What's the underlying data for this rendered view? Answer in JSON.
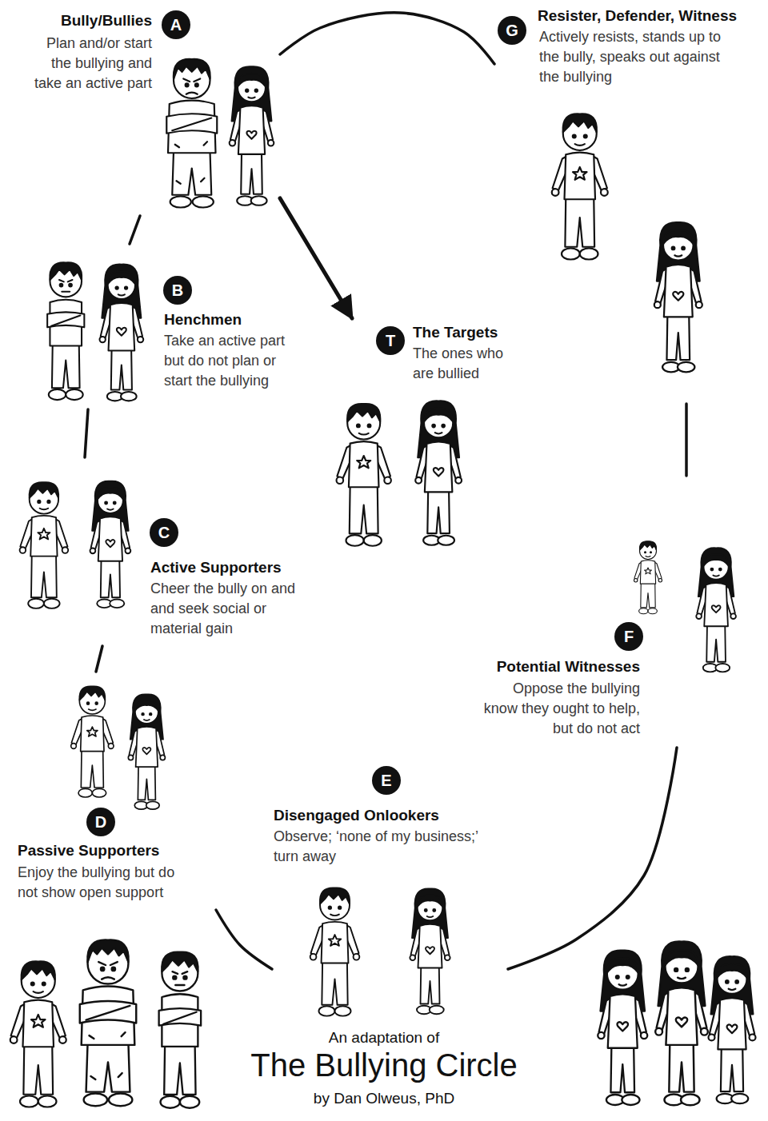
{
  "diagram": {
    "title": "The Bullying Circle",
    "nodes": [
      {
        "text": [
          "Bully/Bullies",
          "Plan and/or start the bullying and take an active part"
        ]
      },
      {
        "text": [
          "A"
        ],
        "in": 0
      },
      {
        "text": [
          "Resister, Defender, Witness",
          "Actively resists, stands up to the bully, speaks out against the bullying"
        ]
      },
      {
        "text": [
          "G"
        ],
        "in": 2
      },
      {
        "text": [
          "Henchmen",
          "Take an active part but do not plan or start the bullying"
        ]
      },
      {
        "text": [
          "B"
        ],
        "in": 4
      },
      {
        "text": [
          "The Targets",
          "The ones who are bullied"
        ]
      },
      {
        "text": [
          "T"
        ],
        "in": 6
      },
      {
        "text": [
          "Active Supporters",
          "Cheer the bully on and and seek social or material gain"
        ]
      },
      {
        "text": [
          "C"
        ],
        "in": 8
      },
      {
        "text": [
          "Potential Witnesses",
          "Oppose the bullying know they ought to help, but do not act"
        ]
      },
      {
        "text": [
          "F"
        ],
        "in": 10
      },
      {
        "text": [
          "Passive Supporters",
          "Enjoy the bullying but do not show open support"
        ]
      },
      {
        "text": [
          "D"
        ],
        "in": 12
      },
      {
        "text": [
          "Disengaged Onlookers",
          "Observe; ‘none of my business;’ turn away"
        ]
      },
      {
        "text": [
          "E"
        ],
        "in": 14
      }
    ],
    "edges": [
      {
        "from": 0,
        "to": 6,
        "arrow": "to"
      },
      {
        "from": 0,
        "to": 2,
        "arrow": "none"
      },
      {
        "from": 0,
        "to": 4,
        "arrow": "none"
      },
      {
        "from": 4,
        "to": 8,
        "arrow": "none"
      },
      {
        "from": 8,
        "to": 12,
        "arrow": "none"
      },
      {
        "from": 12,
        "to": 14,
        "arrow": "none"
      },
      {
        "from": 14,
        "to": 10,
        "arrow": "none"
      },
      {
        "from": 10,
        "to": 2,
        "arrow": "none"
      }
    ],
    "labels": [
      "An adaptation of",
      "by Dan Olweus, PhD"
    ]
  }
}
